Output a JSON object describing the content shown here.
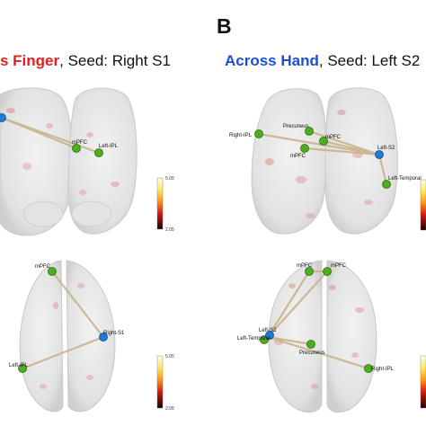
{
  "panel_b_letter": "B",
  "panel_a": {
    "title_condition": "s Finger",
    "title_separator": ",",
    "title_seed": " Seed: Right S1",
    "condition_color": "#e02020",
    "top_view": {
      "nodes": [
        {
          "label": "",
          "kind": "seed"
        },
        {
          "label": "mPFC",
          "kind": "roi"
        },
        {
          "label": "Left-IPL",
          "kind": "roi"
        }
      ]
    },
    "bottom_view": {
      "nodes": [
        {
          "label": "mPFC",
          "kind": "roi"
        },
        {
          "label": "Right-S1",
          "kind": "seed"
        },
        {
          "label": "Left-IPL",
          "kind": "roi"
        }
      ]
    },
    "colorbar_top": {
      "max": "5.05",
      "min": "2.05"
    },
    "colorbar_bottom": {
      "max": "5.05",
      "min": "2.05"
    }
  },
  "panel_b": {
    "title_condition": "Across Hand",
    "title_separator": ",",
    "title_seed": " Seed: Left S2",
    "condition_color": "#1a4fd6",
    "top_view": {
      "nodes": [
        {
          "label": "Right-IPL",
          "kind": "roi"
        },
        {
          "label": "Precuneus",
          "kind": "roi"
        },
        {
          "label": "mPFC",
          "kind": "roi"
        },
        {
          "label": "mPFC",
          "kind": "roi"
        },
        {
          "label": "Left-S2",
          "kind": "seed"
        },
        {
          "label": "Left-Temporal",
          "kind": "roi"
        }
      ]
    },
    "bottom_view": {
      "nodes": [
        {
          "label": "mPFC",
          "kind": "roi"
        },
        {
          "label": "mPFC",
          "kind": "roi"
        },
        {
          "label": "Left-Temporal",
          "kind": "roi"
        },
        {
          "label": "Left-S2",
          "kind": "seed"
        },
        {
          "label": "Precuneus",
          "kind": "roi"
        },
        {
          "label": "Right-IPL",
          "kind": "roi"
        }
      ]
    }
  },
  "colors": {
    "seed": "#1f7bd6",
    "roi": "#4caf1e",
    "edge": "#c8b48c",
    "brain": "#e6e6e6",
    "blob": "#d98a8a"
  }
}
